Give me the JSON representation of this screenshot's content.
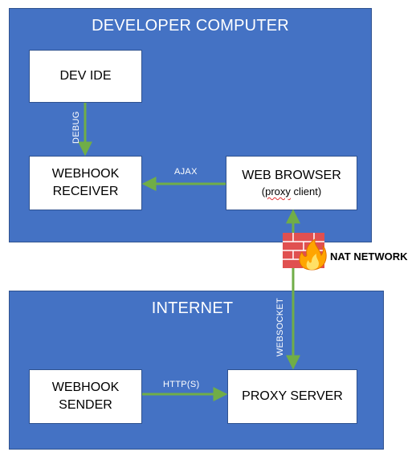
{
  "regions": {
    "developer": {
      "title": "DEVELOPER COMPUTER"
    },
    "internet": {
      "title": "INTERNET"
    }
  },
  "nodes": {
    "dev_ide": {
      "label": "DEV IDE"
    },
    "webhook_receiver": {
      "line1": "WEBHOOK",
      "line2": "RECEIVER"
    },
    "web_browser": {
      "line1": "WEB BROWSER",
      "line2_prefix": "(",
      "line2_word": "proxy",
      "line2_suffix": " client)"
    },
    "webhook_sender": {
      "line1": "WEBHOOK",
      "line2": "SENDER"
    },
    "proxy_server": {
      "label": "PROXY SERVER"
    }
  },
  "edges": {
    "debug": "DEBUG",
    "ajax": "AJAX",
    "websocket": "WEBSOCKET",
    "https": "HTTP(S)"
  },
  "firewall": {
    "label": "NAT NETWORK",
    "icon": "firewall-icon"
  },
  "colors": {
    "region_fill": "#4472C4",
    "region_border": "#2F528F",
    "arrow": "#70AD47",
    "brick": "#E05050",
    "flame": "#FFA500"
  }
}
